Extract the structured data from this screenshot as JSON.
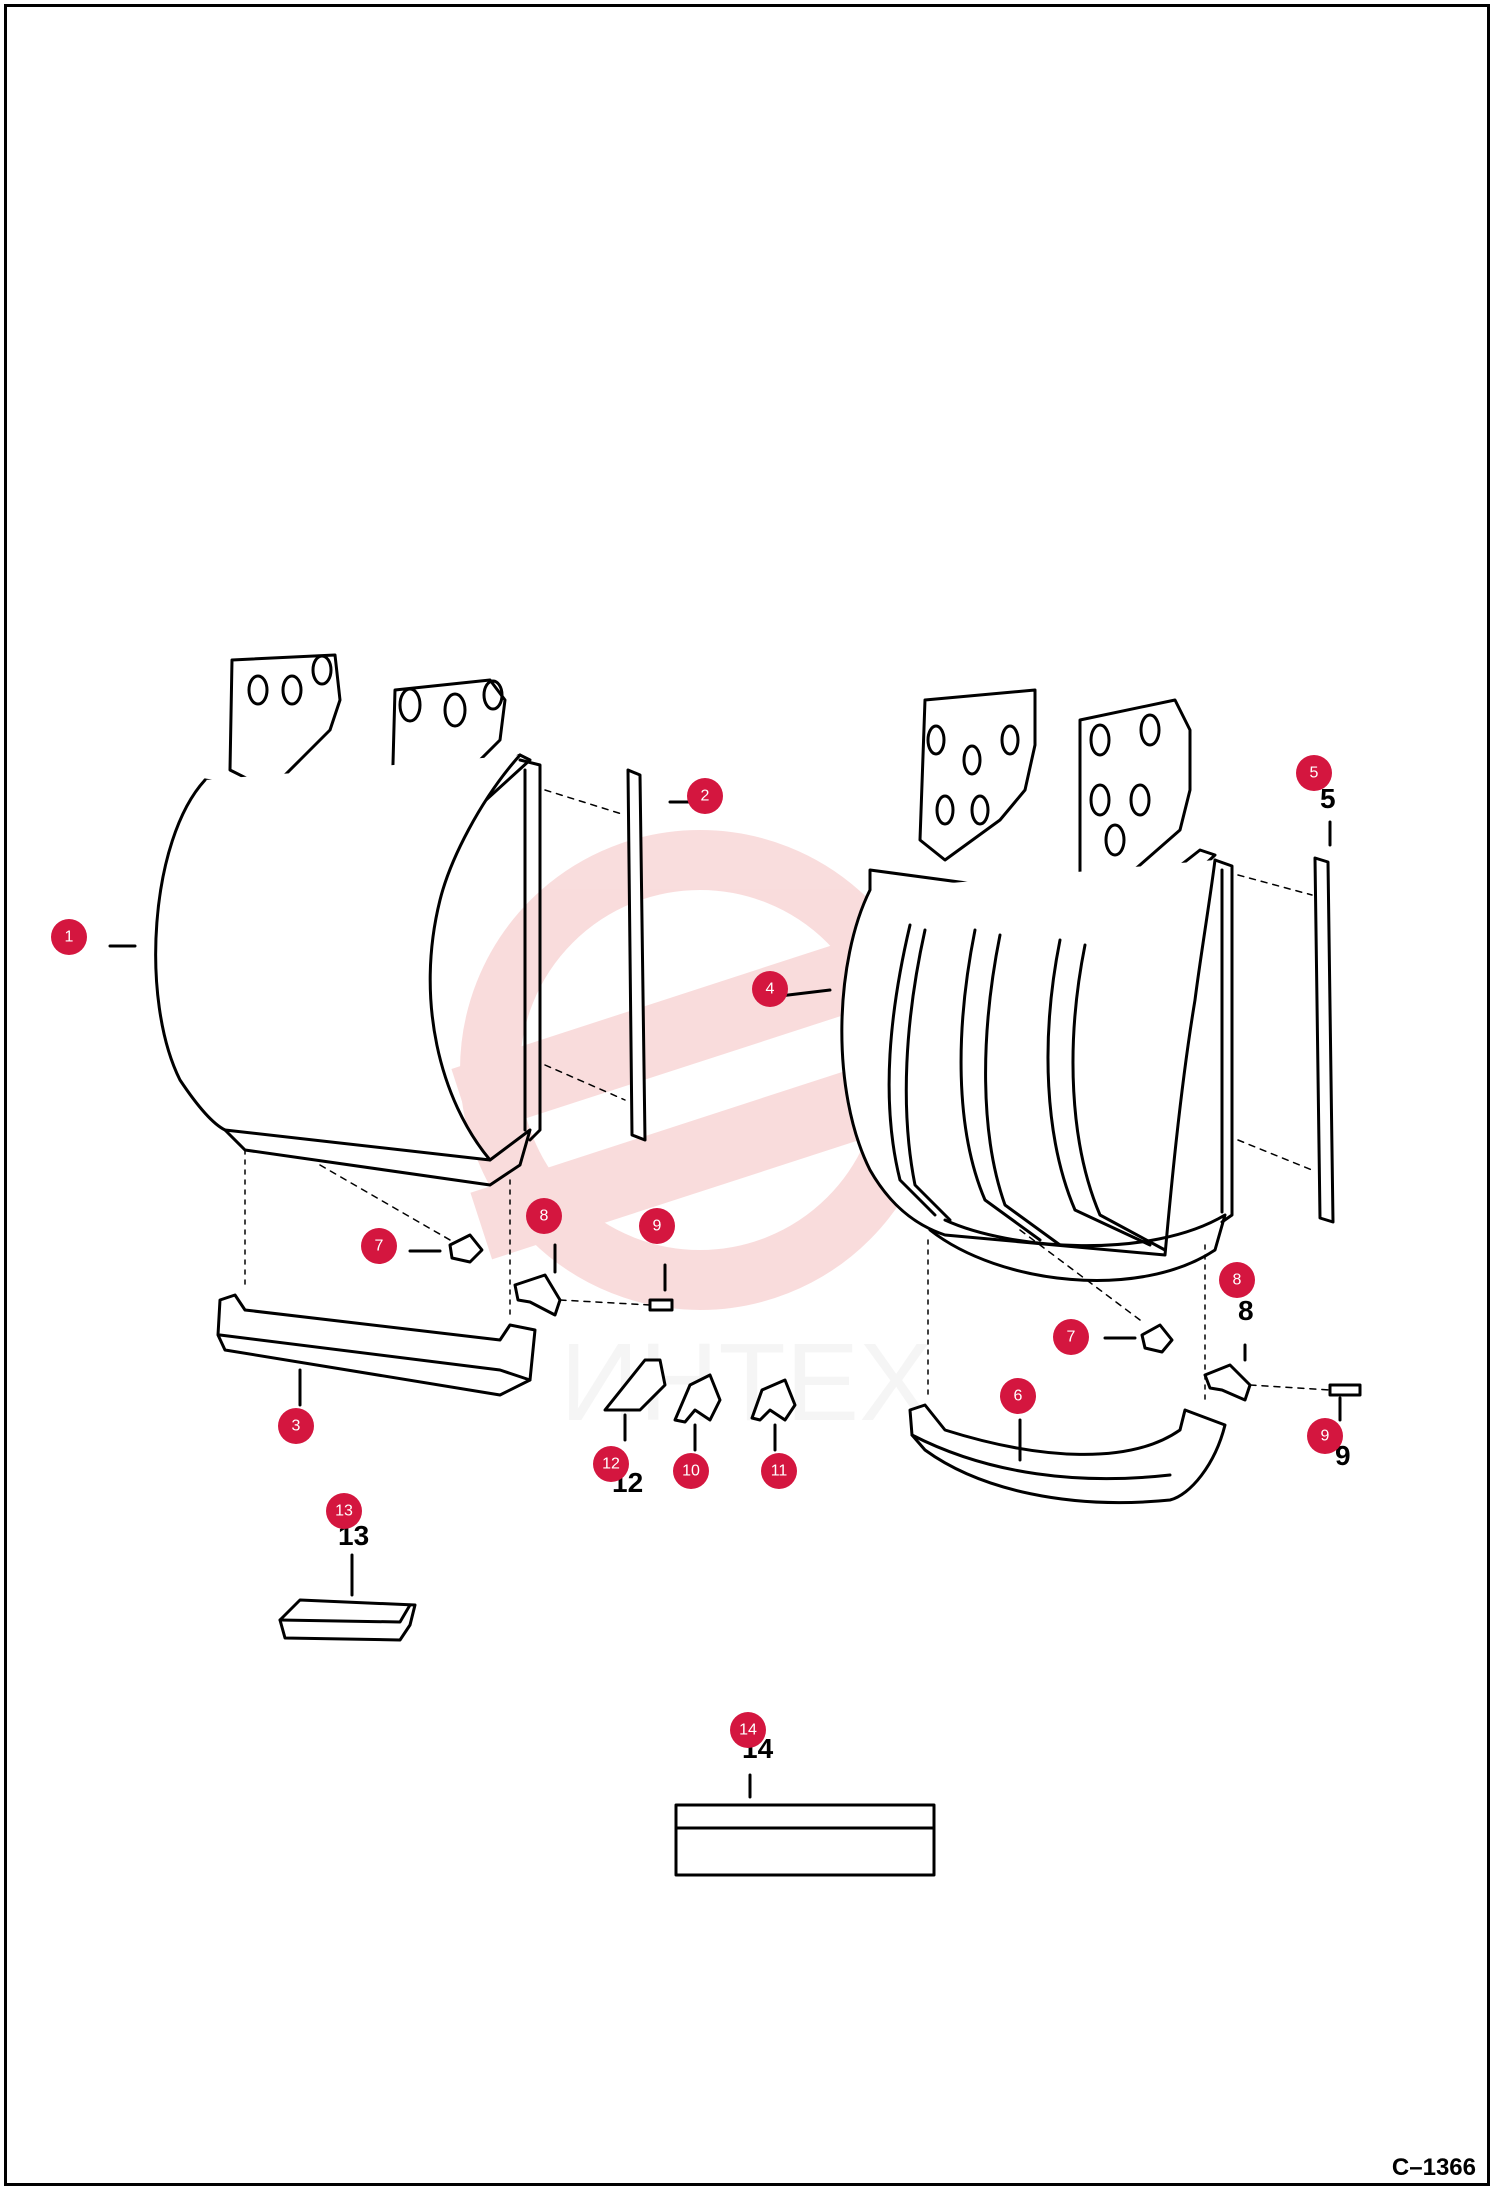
{
  "drawing": {
    "code": "C–1366",
    "watermark_text": "ИНТЕX",
    "colors": {
      "callout": "#d4163f",
      "line": "#000000",
      "watermark": "#f2b3b3"
    }
  },
  "callouts": [
    {
      "id": "c1",
      "number": "1"
    },
    {
      "id": "c2",
      "number": "2"
    },
    {
      "id": "c3",
      "number": "3"
    },
    {
      "id": "c4",
      "number": "4"
    },
    {
      "id": "c5",
      "number": "5"
    },
    {
      "id": "c6",
      "number": "6"
    },
    {
      "id": "c7a",
      "number": "7"
    },
    {
      "id": "c7b",
      "number": "7"
    },
    {
      "id": "c8a",
      "number": "8"
    },
    {
      "id": "c8b",
      "number": "8"
    },
    {
      "id": "c9a",
      "number": "9"
    },
    {
      "id": "c9b",
      "number": "9"
    },
    {
      "id": "c10",
      "number": "10"
    },
    {
      "id": "c11",
      "number": "11"
    },
    {
      "id": "c12",
      "number": "12"
    },
    {
      "id": "c13",
      "number": "13"
    },
    {
      "id": "c14",
      "number": "14"
    }
  ],
  "part_labels": [
    {
      "id": "p5",
      "text": "5"
    },
    {
      "id": "p8",
      "text": "8"
    },
    {
      "id": "p9",
      "text": "9"
    },
    {
      "id": "p12",
      "text": "12"
    },
    {
      "id": "p13",
      "text": "13"
    },
    {
      "id": "p14",
      "text": "14"
    }
  ]
}
